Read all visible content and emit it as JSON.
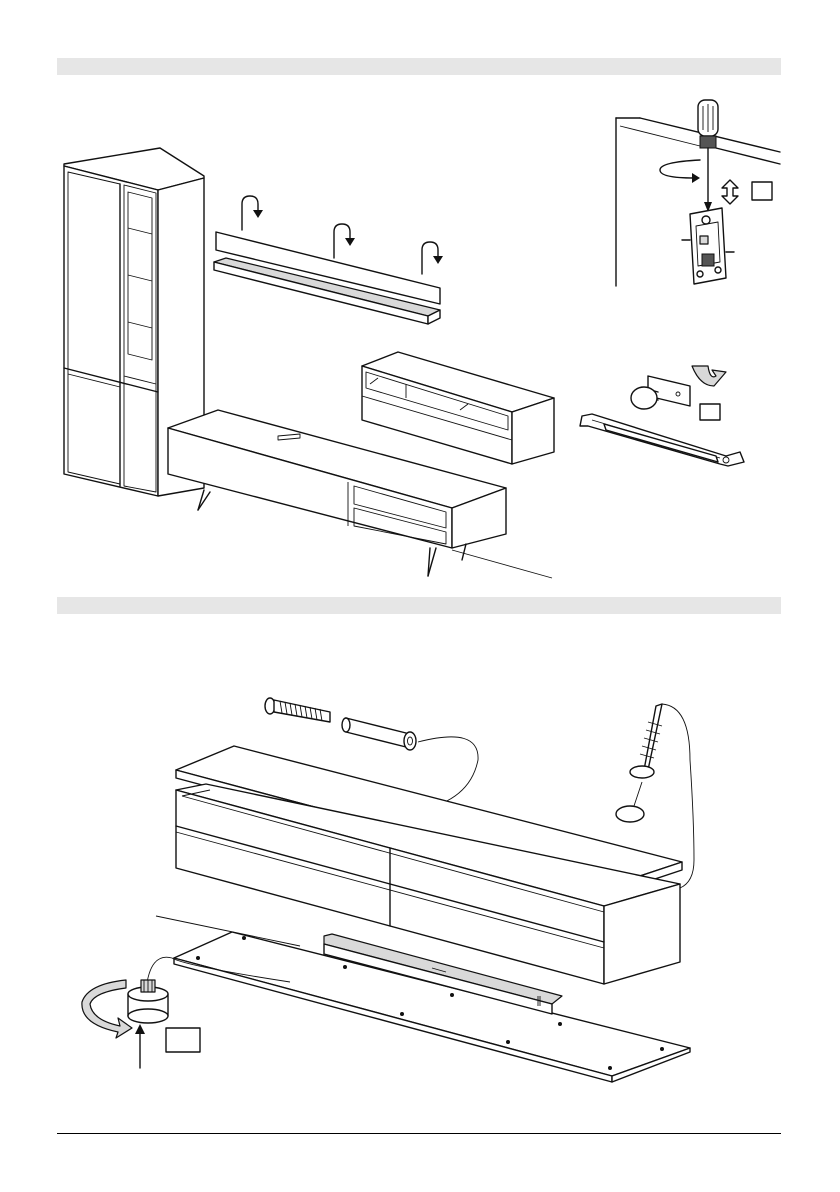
{
  "page": {
    "sections": [
      {
        "name": "section-1",
        "illustration": "wall-unit-overview"
      },
      {
        "name": "section-2",
        "illustration": "sideboard-top-and-base-assembly"
      }
    ],
    "reference_boxes": [
      {
        "name": "ref-box-hanger",
        "label": ""
      },
      {
        "name": "ref-box-wrench",
        "label": ""
      },
      {
        "name": "ref-box-foot",
        "label": ""
      }
    ],
    "icons": [
      "rotate-arrow-icon",
      "screwdriver-icon",
      "adjust-arrows-icon",
      "wrench-icon",
      "screw-icon",
      "dowel-icon"
    ],
    "colors": {
      "line": "#111111",
      "band": "#e6e6e6",
      "fill_grey": "#d9d9d9"
    }
  }
}
